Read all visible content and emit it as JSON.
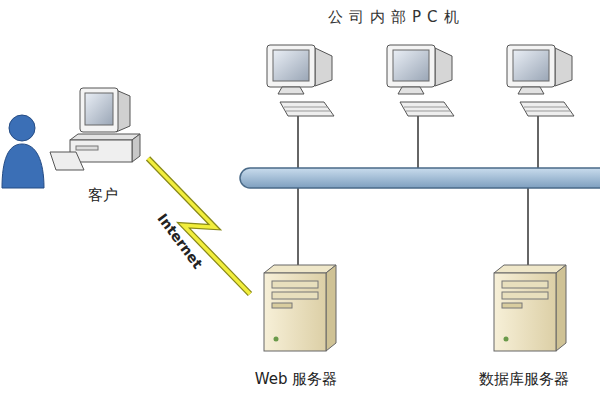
{
  "diagram": {
    "nodes": [
      {
        "text": [
          "客户"
        ]
      },
      {
        "text": [
          "Web 服务器"
        ]
      },
      {
        "text": [
          "数据库服务器"
        ]
      }
    ],
    "edges": [
      {
        "from": 0,
        "to": 1,
        "label": "Internet",
        "arrow": "none"
      }
    ],
    "labels": [
      "公司内部PC机"
    ]
  }
}
